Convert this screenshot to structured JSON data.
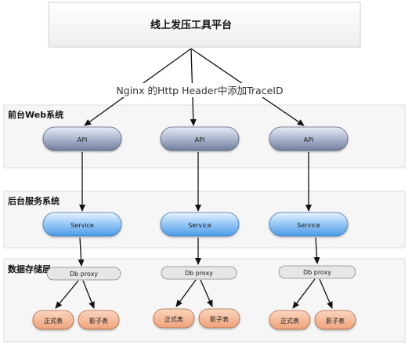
{
  "platform": {
    "title": "线上发压工具平台"
  },
  "annotation": {
    "text": "Nginx 的Http Header中添加TraceID"
  },
  "layers": [
    {
      "label": "前台Web系统"
    },
    {
      "label": "后台服务系统"
    },
    {
      "label": "数据存储层"
    }
  ],
  "columns": [
    {
      "api": "API",
      "service": "Service",
      "proxy": "Db proxy",
      "tables": [
        "正式表",
        "影子表"
      ]
    },
    {
      "api": "API",
      "service": "Service",
      "proxy": "Db proxy",
      "tables": [
        "正式表",
        "影子表"
      ]
    },
    {
      "api": "API",
      "service": "Service",
      "proxy": "Db proxy",
      "tables": [
        "正式表",
        "影子表"
      ]
    }
  ],
  "colors": {
    "api_fill_top": "#dde3ef",
    "api_fill_bottom": "#7a88a8",
    "service_fill_top": "#e2f0fd",
    "service_fill_bottom": "#5aa6ee",
    "table_fill": "#f2b08a",
    "proxy_fill": "#e6e6e6",
    "layer_fill": "#f5f5f5",
    "arrow": "#111111"
  }
}
